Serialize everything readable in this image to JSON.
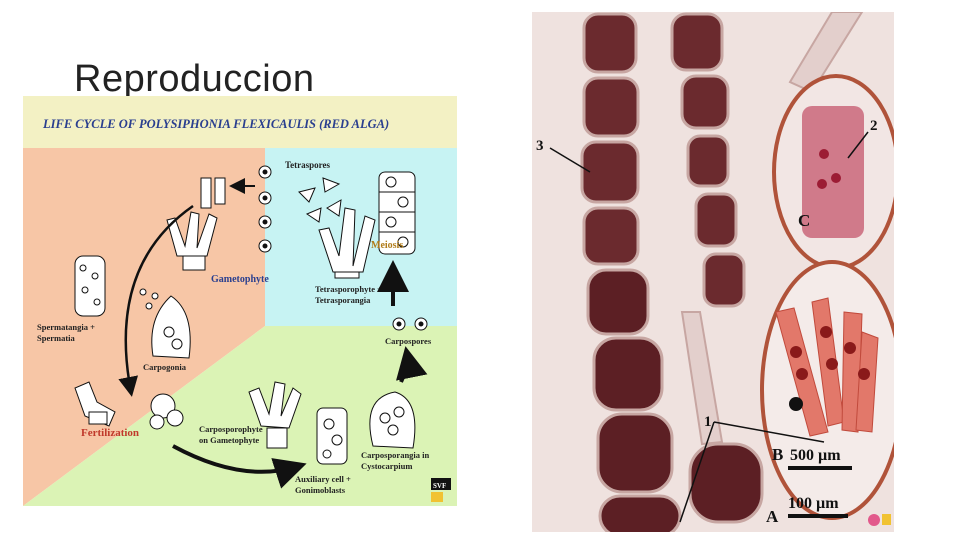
{
  "slide": {
    "title": "Reproduccion"
  },
  "diagram": {
    "title": "LIFE CYCLE OF POLYSIPHONIA FLEXICAULIS (RED ALGA)",
    "labels": {
      "tetraspores": "Tetraspores",
      "meiosis": "Meiosis",
      "gametophyte": "Gametophyte",
      "tetrasporophyte_1": "Tetrasporophyte +",
      "tetrasporophyte_2": "Tetrasporangia",
      "spermatangia_1": "Spermatangia +",
      "spermatangia_2": "Spermatia",
      "carpogonia": "Carpogonia",
      "carpospores": "Carpospores",
      "fertilization": "Fertilization",
      "carposporophyte_1": "Carposporophyte",
      "carposporophyte_2": "on Gametophyte",
      "carposporangia_1": "Carposporangia in",
      "carposporangia_2": "Cystocarpium",
      "auxiliary_1": "Auxiliary cell +",
      "auxiliary_2": "Gonimoblasts",
      "logo": "SVF"
    },
    "colors": {
      "title_band": "#f3f1c4",
      "haploid_zone": "#f7c6a6",
      "tetrasporophyte_zone": "#c7f3f3",
      "carposporophyte_zone": "#dbf3b5",
      "fertilization_text": "#c0392b",
      "meiosis_text": "#b07c1a",
      "title_text": "#2a3f8f"
    }
  },
  "micrograph": {
    "labels": {
      "a": "A",
      "b": "B",
      "c": "C",
      "n1": "1",
      "n2": "2",
      "n3": "3",
      "scale_b": "500 µm",
      "scale_a": "100 µm"
    },
    "colors": {
      "background": "#f0e4e2",
      "cell_dark": "#6b2a2e",
      "cell_wall": "#d4b6b2",
      "inset_ring": "#b0533a"
    }
  }
}
